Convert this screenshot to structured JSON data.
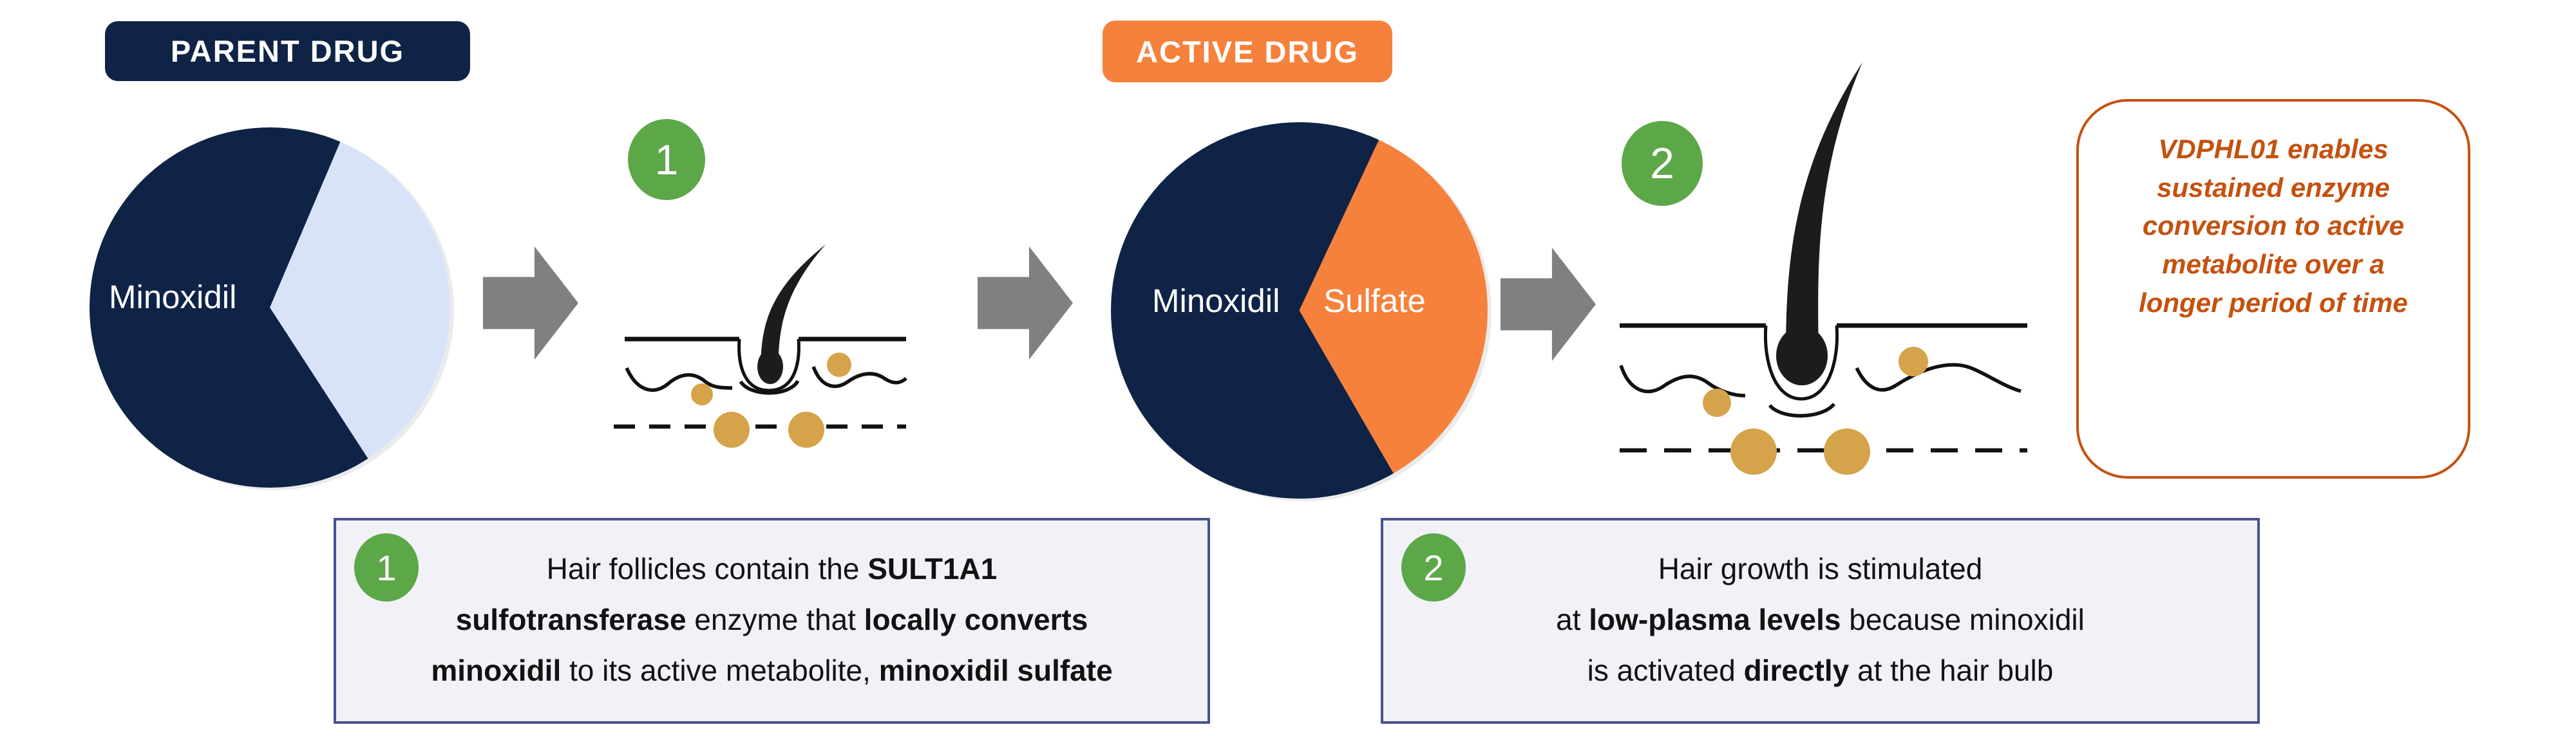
{
  "colors": {
    "navy": "#0f2347",
    "light_blue": "#d8e3f8",
    "orange": "#f5813c",
    "burnt_orange": "#c5510f",
    "green": "#5ca747",
    "gold": "#d5a349",
    "arrow_gray": "#808080",
    "callout_border": "#47538e",
    "callout_bg": "#f2f1f8",
    "ink": "#111111"
  },
  "badges": {
    "parent": "PARENT DRUG",
    "active": "ACTIVE DRUG"
  },
  "pies": {
    "parent": {
      "main_label": "Minoxidil",
      "base_color": "#0f2347",
      "wedge_color": "#d8e3f8",
      "wedge_start_deg": 23,
      "wedge_end_deg": 147
    },
    "active": {
      "main_label": "Minoxidil",
      "wedge_label": "Sulfate",
      "base_color": "#0f2347",
      "wedge_color": "#f5813c",
      "wedge_start_deg": 25,
      "wedge_end_deg": 150
    }
  },
  "step_markers": {
    "one": "1",
    "two": "2"
  },
  "note": {
    "text": "VDPHL01 enables sustained enzyme conversion to active metabolite over a longer period of time"
  },
  "callouts": [
    {
      "number": "1",
      "lines": [
        [
          {
            "t": "Hair follicles contain the ",
            "b": false
          },
          {
            "t": "SULT1A1",
            "b": true
          }
        ],
        [
          {
            "t": "sulfotransferase",
            "b": true
          },
          {
            "t": " enzyme that ",
            "b": false
          },
          {
            "t": "locally converts",
            "b": true
          }
        ],
        [
          {
            "t": "minoxidil",
            "b": true
          },
          {
            "t": " to its active metabolite, ",
            "b": false
          },
          {
            "t": "minoxidil sulfate",
            "b": true
          }
        ]
      ]
    },
    {
      "number": "2",
      "lines": [
        [
          {
            "t": "Hair growth is stimulated",
            "b": false
          }
        ],
        [
          {
            "t": "at ",
            "b": false
          },
          {
            "t": "low-plasma levels",
            "b": true
          },
          {
            "t": " because minoxidil",
            "b": false
          }
        ],
        [
          {
            "t": "is activated ",
            "b": false
          },
          {
            "t": "directly",
            "b": true
          },
          {
            "t": " at the hair bulb",
            "b": false
          }
        ]
      ]
    }
  ]
}
